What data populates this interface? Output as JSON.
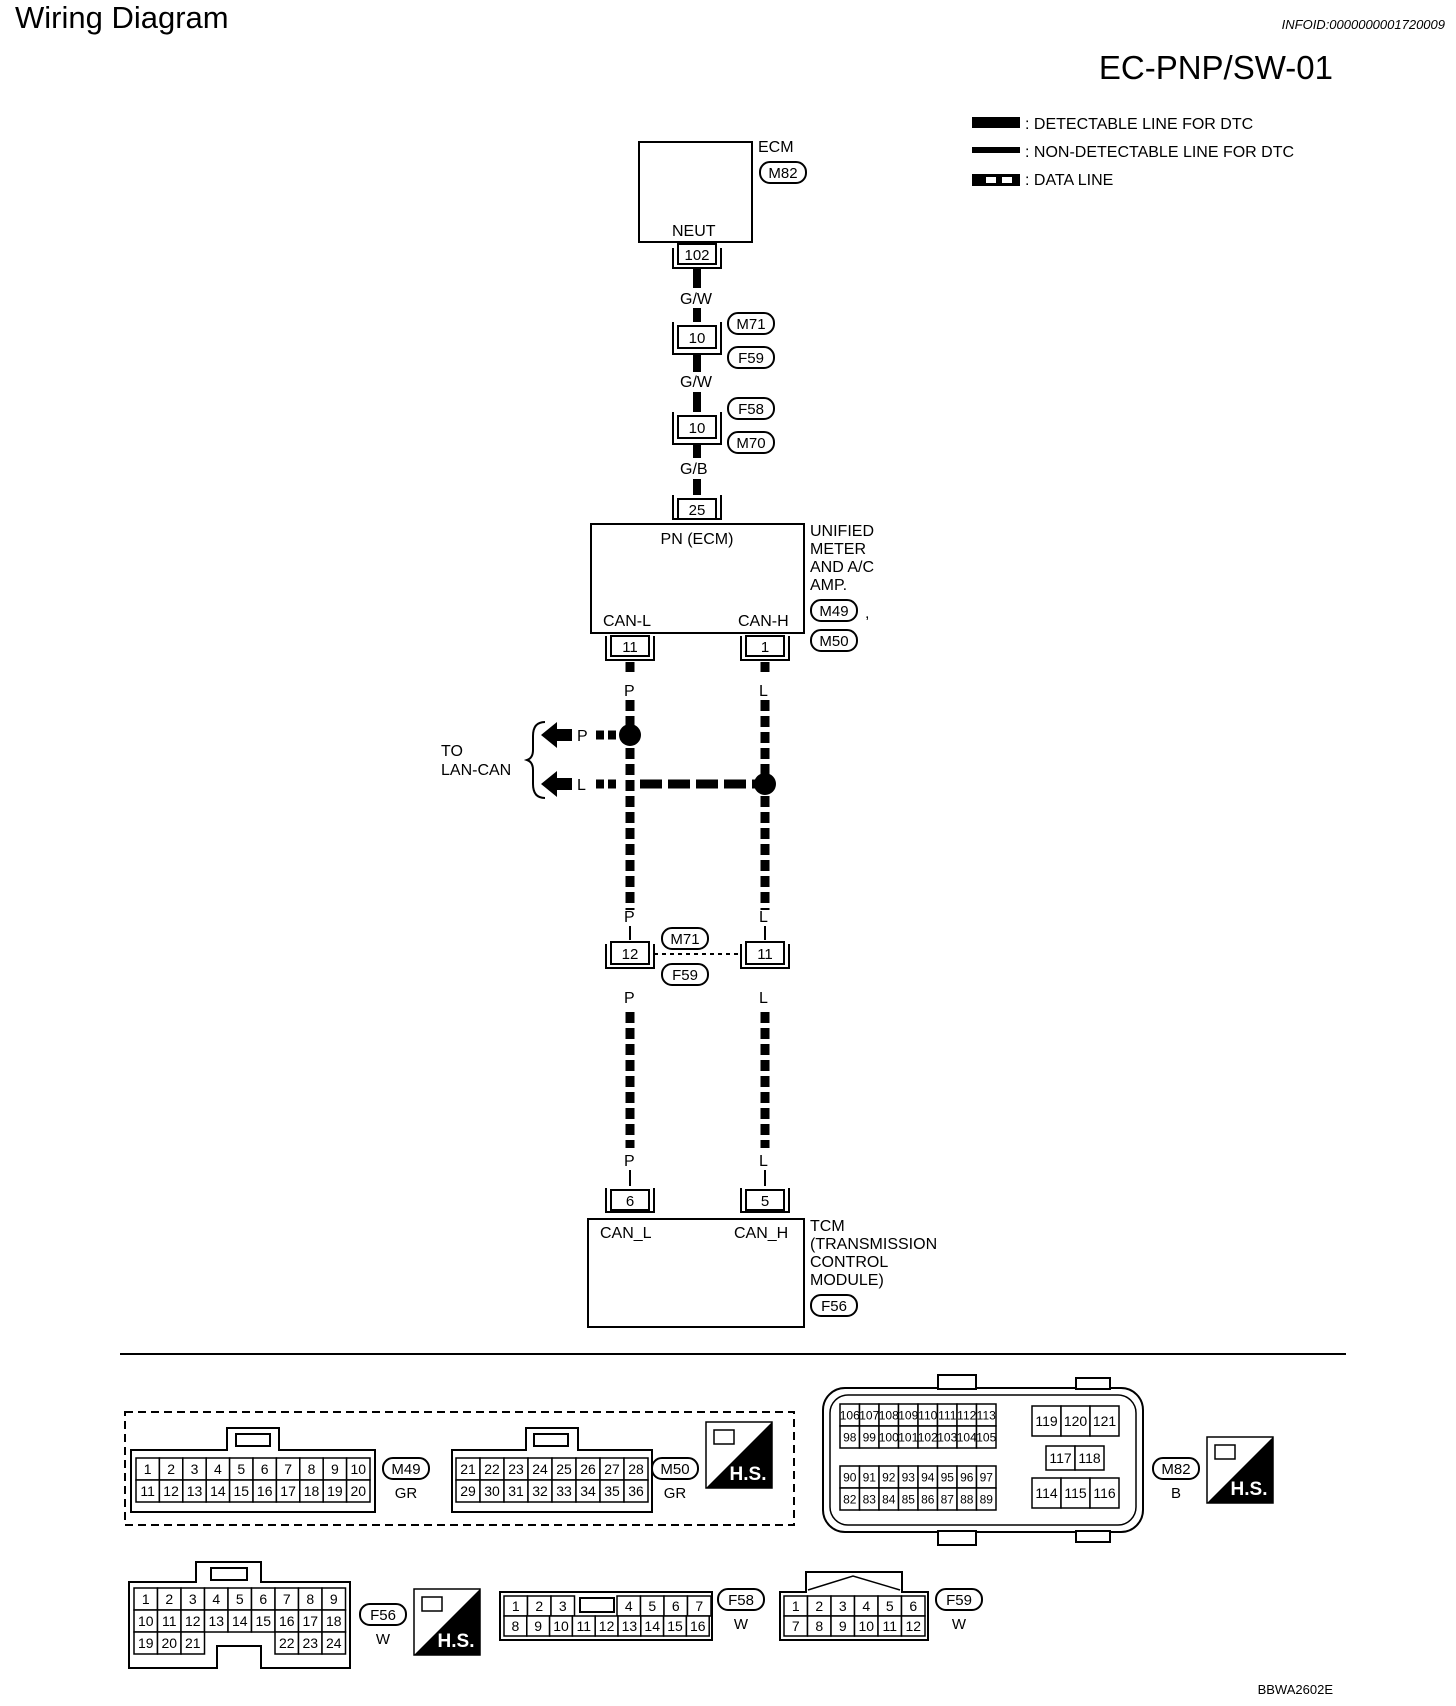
{
  "header": {
    "title": "Wiring Diagram",
    "info_id": "INFOID:0000000001720009",
    "code": "EC-PNP/SW-01"
  },
  "legend": [
    {
      "label": ": DETECTABLE LINE FOR DTC"
    },
    {
      "label": ": NON-DETECTABLE LINE FOR DTC"
    },
    {
      "label": ": DATA LINE"
    }
  ],
  "ecm": {
    "name": "ECM",
    "connector": "M82",
    "terminal_label": "NEUT",
    "pin": "102"
  },
  "wire_gw_1": "G/W",
  "joint1": {
    "pin": "10",
    "top": "M71",
    "bottom": "F59"
  },
  "wire_gw_2": "G/W",
  "joint2": {
    "pin": "10",
    "top": "F58",
    "bottom": "M70"
  },
  "wire_gb": "G/B",
  "meter": {
    "pin_top": "25",
    "terminal_top": "PN (ECM)",
    "name_lines": [
      "UNIFIED",
      "METER",
      "AND A/C",
      "AMP."
    ],
    "conn1": "M49",
    "comma": ",",
    "conn2": "M50",
    "can_l_label": "CAN-L",
    "can_h_label": "CAN-H",
    "can_l_pin": "11",
    "can_h_pin": "1"
  },
  "wires": {
    "p1": "P",
    "l1": "L",
    "p2": "P",
    "l2": "L",
    "p3": "P",
    "l3": "L",
    "p4": "P",
    "l4": "L"
  },
  "lan_can": {
    "line1": "TO",
    "line2": "LAN-CAN",
    "p": "P",
    "l": "L"
  },
  "joint3": {
    "pin_p": "12",
    "pin_l": "11",
    "top": "M71",
    "bottom": "F59"
  },
  "tcm": {
    "pin_l": "6",
    "pin_h": "5",
    "label_l": "CAN_L",
    "label_h": "CAN_H",
    "name_lines": [
      "TCM",
      "(TRANSMISSION",
      "CONTROL",
      "MODULE)"
    ],
    "connector": "F56"
  },
  "connectors": {
    "m49": {
      "name": "M49",
      "color": "GR",
      "rows": [
        [
          "1",
          "2",
          "3",
          "4",
          "5",
          "6",
          "7",
          "8",
          "9",
          "10"
        ],
        [
          "11",
          "12",
          "13",
          "14",
          "15",
          "16",
          "17",
          "18",
          "19",
          "20"
        ]
      ]
    },
    "m50": {
      "name": "M50",
      "color": "GR",
      "rows": [
        [
          "21",
          "22",
          "23",
          "24",
          "25",
          "26",
          "27",
          "28"
        ],
        [
          "29",
          "30",
          "31",
          "32",
          "33",
          "34",
          "35",
          "36"
        ]
      ]
    },
    "hs1": "H.S.",
    "m82": {
      "name": "M82",
      "color": "B",
      "a1": [
        "106",
        "107",
        "108",
        "109",
        "110",
        "111",
        "112",
        "113"
      ],
      "a2": [
        "98",
        "99",
        "100",
        "101",
        "102",
        "103",
        "104",
        "105"
      ],
      "b1": [
        "90",
        "91",
        "92",
        "93",
        "94",
        "95",
        "96",
        "97"
      ],
      "b2": [
        "82",
        "83",
        "84",
        "85",
        "86",
        "87",
        "88",
        "89"
      ],
      "c1": [
        "119",
        "120",
        "121"
      ],
      "c2": [
        "117",
        "118"
      ],
      "c3": [
        "114",
        "115",
        "116"
      ]
    },
    "hs2": "H.S.",
    "f56": {
      "name": "F56",
      "color": "W",
      "r1": [
        "1",
        "2",
        "3",
        "4",
        "5",
        "6",
        "7",
        "8",
        "9"
      ],
      "r2": [
        "10",
        "11",
        "12",
        "13",
        "14",
        "15",
        "16",
        "17",
        "18"
      ],
      "r3a": [
        "19",
        "20",
        "21"
      ],
      "r3b": [
        "22",
        "23",
        "24"
      ]
    },
    "hs3": "H.S.",
    "f58": {
      "name": "F58",
      "color": "W",
      "r1a": [
        "1",
        "2",
        "3"
      ],
      "r1b": [
        "4",
        "5",
        "6",
        "7"
      ],
      "r2": [
        "8",
        "9",
        "10",
        "11",
        "12",
        "13",
        "14",
        "15",
        "16"
      ]
    },
    "f59": {
      "name": "F59",
      "color": "W",
      "r1": [
        "1",
        "2",
        "3",
        "4",
        "5",
        "6"
      ],
      "r2": [
        "7",
        "8",
        "9",
        "10",
        "11",
        "12"
      ]
    }
  },
  "footer_code": "BBWA2602E"
}
